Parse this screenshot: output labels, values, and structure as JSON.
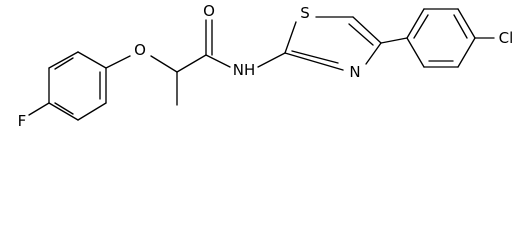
{
  "molecule": {
    "atoms": {
      "fluorine": "F",
      "ether_oxygen": "O",
      "carbonyl_oxygen": "O",
      "amide_nitrogen": "NH",
      "thiazole_sulfur": "S",
      "thiazole_nitrogen": "N",
      "chlorine": "Cl"
    },
    "colors": {
      "bond": "#000000",
      "label": "#000000",
      "background": "#ffffff"
    }
  }
}
